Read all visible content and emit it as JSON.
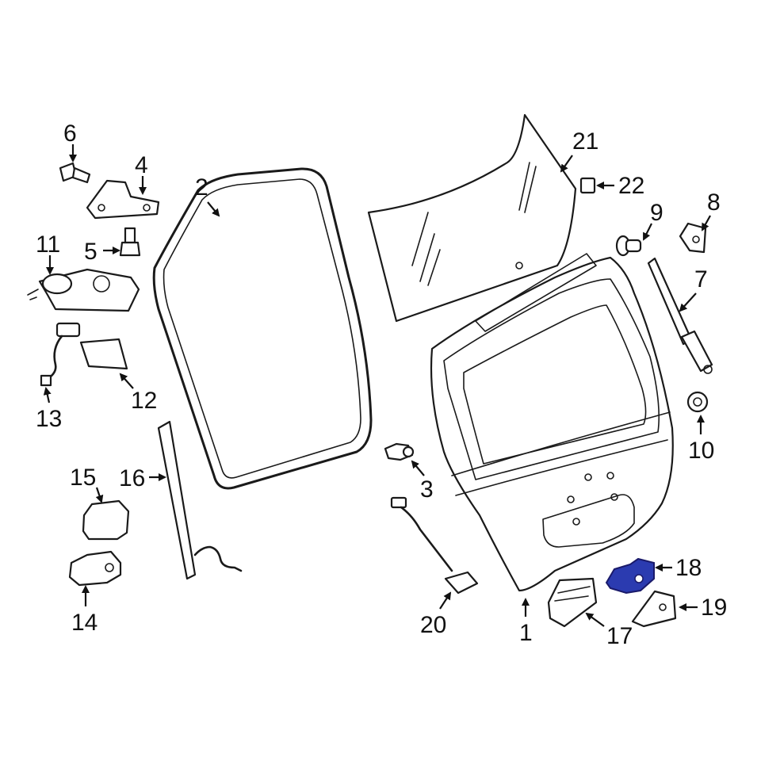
{
  "diagram": {
    "highlight_color": "#2b3bb0",
    "callouts": [
      {
        "id": "1",
        "text": "1"
      },
      {
        "id": "2",
        "text": "2"
      },
      {
        "id": "3",
        "text": "3"
      },
      {
        "id": "4",
        "text": "4"
      },
      {
        "id": "5",
        "text": "5"
      },
      {
        "id": "6",
        "text": "6"
      },
      {
        "id": "7",
        "text": "7"
      },
      {
        "id": "8",
        "text": "8"
      },
      {
        "id": "9",
        "text": "9"
      },
      {
        "id": "10",
        "text": "10"
      },
      {
        "id": "11",
        "text": "11"
      },
      {
        "id": "12",
        "text": "12"
      },
      {
        "id": "13",
        "text": "13"
      },
      {
        "id": "14",
        "text": "14"
      },
      {
        "id": "15",
        "text": "15"
      },
      {
        "id": "16",
        "text": "16"
      },
      {
        "id": "17",
        "text": "17"
      },
      {
        "id": "18",
        "text": "18"
      },
      {
        "id": "19",
        "text": "19"
      },
      {
        "id": "20",
        "text": "20"
      },
      {
        "id": "21",
        "text": "21"
      },
      {
        "id": "22",
        "text": "22"
      }
    ]
  }
}
